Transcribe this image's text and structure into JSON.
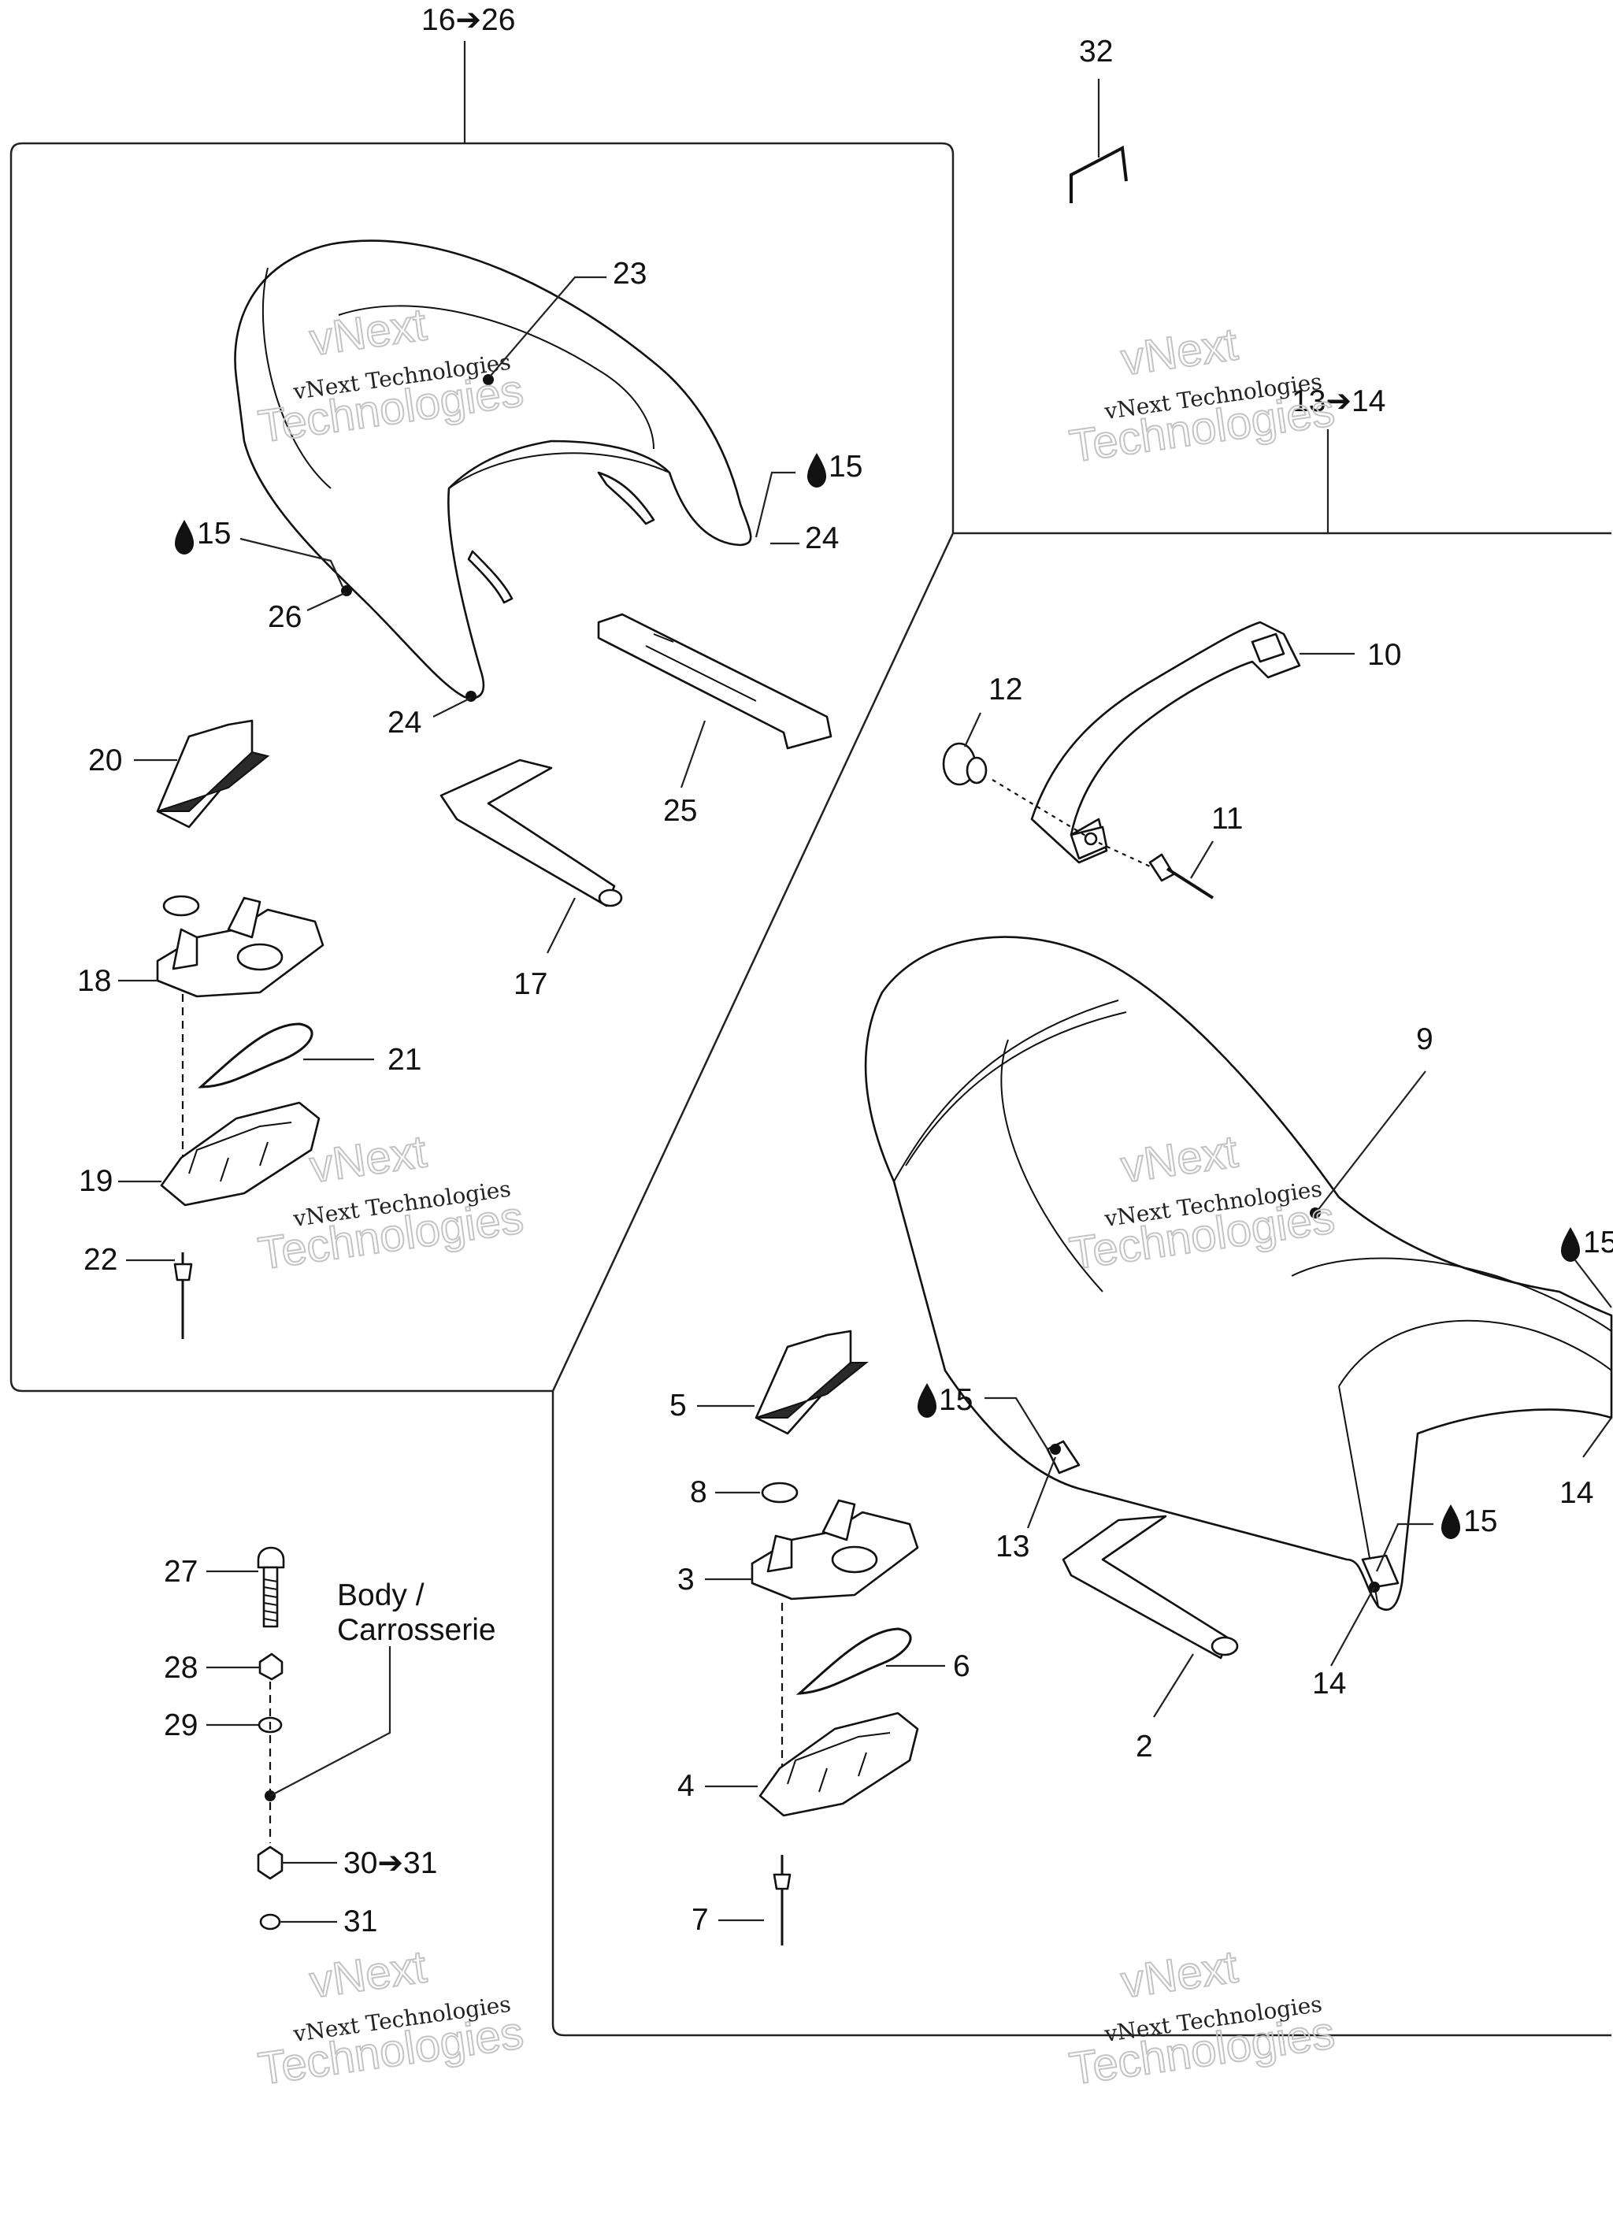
{
  "watermark": {
    "company": "vNext Technologies",
    "big_line1": "vNext",
    "big_line2": "Technologies"
  },
  "callouts": {
    "c1626": "16➔26",
    "c32": "32",
    "c23": "23",
    "c15a": "15",
    "c15b": "15",
    "c24a": "24",
    "c26": "26",
    "c24b": "24",
    "c20": "20",
    "c25": "25",
    "c18": "18",
    "c17": "17",
    "c21": "21",
    "c19": "19",
    "c22": "22",
    "c1314": "13➔14",
    "c10": "10",
    "c12": "12",
    "c11": "11",
    "c9": "9",
    "c15c": "15",
    "c15d": "15",
    "c15e": "15",
    "c5": "5",
    "c8": "8",
    "c3": "3",
    "c13": "13",
    "c14a": "14",
    "c14b": "14",
    "c6": "6",
    "c2": "2",
    "c4": "4",
    "c7": "7",
    "c27": "27",
    "c28": "28",
    "c29": "29",
    "c3031": "30➔31",
    "c31": "31"
  },
  "body_label": {
    "line1": "Body /",
    "line2": "Carrosserie"
  },
  "icons": {
    "liquid": "drop-icon"
  }
}
